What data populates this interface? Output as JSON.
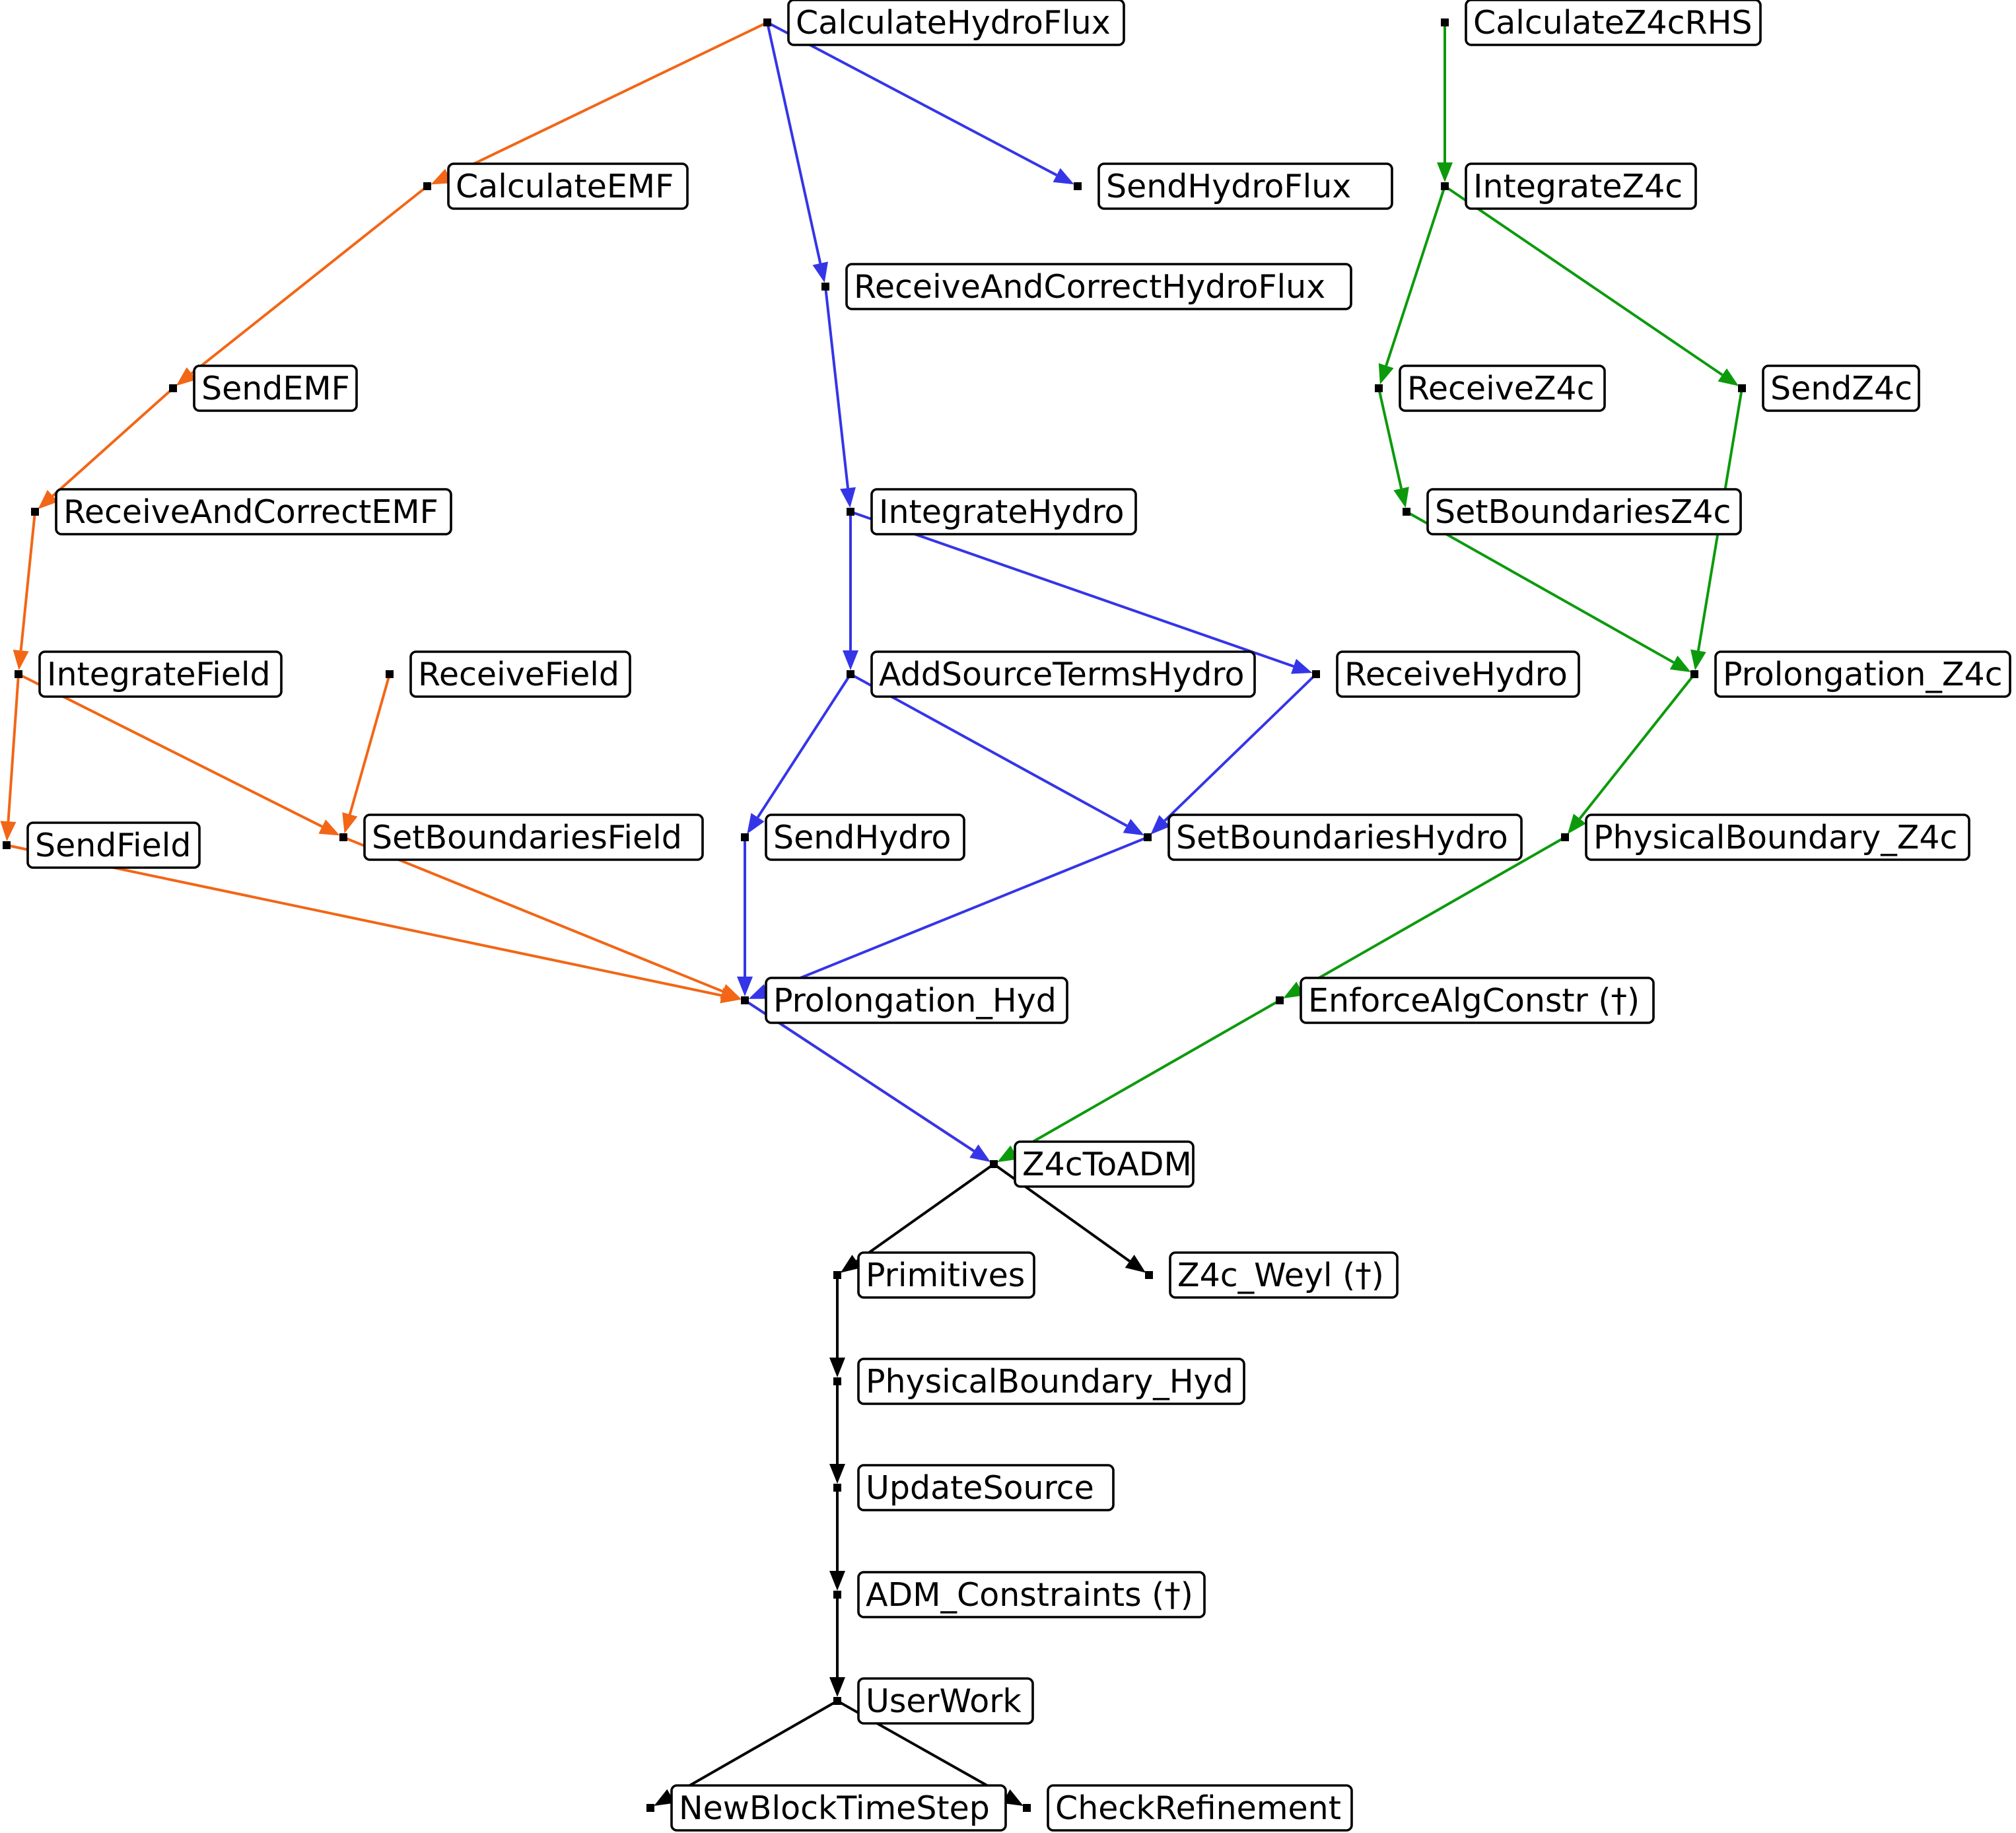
{
  "diagram": {
    "colors": {
      "orange": "#f26616",
      "blue": "#3535e8",
      "green": "#0c9a0c",
      "black": "#000000"
    },
    "nodes": [
      {
        "id": "CalculateHydroFlux",
        "label": "CalculateHydroFlux"
      },
      {
        "id": "CalculateZ4cRHS",
        "label": "CalculateZ4cRHS"
      },
      {
        "id": "CalculateEMF",
        "label": "CalculateEMF"
      },
      {
        "id": "SendHydroFlux",
        "label": "SendHydroFlux"
      },
      {
        "id": "IntegrateZ4c",
        "label": "IntegrateZ4c"
      },
      {
        "id": "ReceiveAndCorrectHydroFlux",
        "label": "ReceiveAndCorrectHydroFlux"
      },
      {
        "id": "SendEMF",
        "label": "SendEMF"
      },
      {
        "id": "ReceiveZ4c",
        "label": "ReceiveZ4c"
      },
      {
        "id": "SendZ4c",
        "label": "SendZ4c"
      },
      {
        "id": "ReceiveAndCorrectEMF",
        "label": "ReceiveAndCorrectEMF"
      },
      {
        "id": "IntegrateHydro",
        "label": "IntegrateHydro"
      },
      {
        "id": "SetBoundariesZ4c",
        "label": "SetBoundariesZ4c"
      },
      {
        "id": "IntegrateField",
        "label": "IntegrateField"
      },
      {
        "id": "ReceiveField",
        "label": "ReceiveField"
      },
      {
        "id": "AddSourceTermsHydro",
        "label": "AddSourceTermsHydro"
      },
      {
        "id": "ReceiveHydro",
        "label": "ReceiveHydro"
      },
      {
        "id": "Prolongation_Z4c",
        "label": "Prolongation_Z4c"
      },
      {
        "id": "SendField",
        "label": "SendField"
      },
      {
        "id": "SetBoundariesField",
        "label": "SetBoundariesField"
      },
      {
        "id": "SendHydro",
        "label": "SendHydro"
      },
      {
        "id": "SetBoundariesHydro",
        "label": "SetBoundariesHydro"
      },
      {
        "id": "PhysicalBoundary_Z4c",
        "label": "PhysicalBoundary_Z4c"
      },
      {
        "id": "Prolongation_Hyd",
        "label": "Prolongation_Hyd"
      },
      {
        "id": "EnforceAlgConstr",
        "label": "EnforceAlgConstr (†)"
      },
      {
        "id": "Z4cToADM",
        "label": "Z4cToADM"
      },
      {
        "id": "Primitives",
        "label": "Primitives"
      },
      {
        "id": "Z4c_Weyl",
        "label": "Z4c_Weyl (†)"
      },
      {
        "id": "PhysicalBoundary_Hyd",
        "label": "PhysicalBoundary_Hyd"
      },
      {
        "id": "UpdateSource",
        "label": "UpdateSource"
      },
      {
        "id": "ADM_Constraints",
        "label": "ADM_Constraints (†)"
      },
      {
        "id": "UserWork",
        "label": "UserWork"
      },
      {
        "id": "NewBlockTimeStep",
        "label": "NewBlockTimeStep"
      },
      {
        "id": "CheckRefinement",
        "label": "CheckRefinement"
      }
    ],
    "edges": [
      {
        "from": "CalculateHydroFlux",
        "to": "CalculateEMF",
        "color": "orange"
      },
      {
        "from": "CalculateEMF",
        "to": "SendEMF",
        "color": "orange"
      },
      {
        "from": "SendEMF",
        "to": "ReceiveAndCorrectEMF",
        "color": "orange"
      },
      {
        "from": "ReceiveAndCorrectEMF",
        "to": "IntegrateField",
        "color": "orange"
      },
      {
        "from": "IntegrateField",
        "to": "SendField",
        "color": "orange"
      },
      {
        "from": "IntegrateField",
        "to": "SetBoundariesField",
        "color": "orange"
      },
      {
        "from": "ReceiveField",
        "to": "SetBoundariesField",
        "color": "orange"
      },
      {
        "from": "SendField",
        "to": "Prolongation_Hyd",
        "color": "orange"
      },
      {
        "from": "SetBoundariesField",
        "to": "Prolongation_Hyd",
        "color": "orange"
      },
      {
        "from": "Prolongation_Hyd",
        "to": "Z4cToADM",
        "color": "orange"
      },
      {
        "from": "CalculateHydroFlux",
        "to": "SendHydroFlux",
        "color": "blue"
      },
      {
        "from": "CalculateHydroFlux",
        "to": "ReceiveAndCorrectHydroFlux",
        "color": "blue"
      },
      {
        "from": "ReceiveAndCorrectHydroFlux",
        "to": "IntegrateHydro",
        "color": "blue"
      },
      {
        "from": "IntegrateHydro",
        "to": "AddSourceTermsHydro",
        "color": "blue"
      },
      {
        "from": "IntegrateHydro",
        "to": "ReceiveHydro",
        "color": "blue"
      },
      {
        "from": "AddSourceTermsHydro",
        "to": "SendHydro",
        "color": "blue"
      },
      {
        "from": "AddSourceTermsHydro",
        "to": "SetBoundariesHydro",
        "color": "blue"
      },
      {
        "from": "ReceiveHydro",
        "to": "SetBoundariesHydro",
        "color": "blue"
      },
      {
        "from": "SendHydro",
        "to": "Prolongation_Hyd",
        "color": "blue"
      },
      {
        "from": "SetBoundariesHydro",
        "to": "Prolongation_Hyd",
        "color": "blue"
      },
      {
        "from": "Prolongation_Hyd",
        "to": "Z4cToADM",
        "color": "blue"
      },
      {
        "from": "CalculateZ4cRHS",
        "to": "IntegrateZ4c",
        "color": "green"
      },
      {
        "from": "IntegrateZ4c",
        "to": "ReceiveZ4c",
        "color": "green"
      },
      {
        "from": "IntegrateZ4c",
        "to": "SendZ4c",
        "color": "green"
      },
      {
        "from": "ReceiveZ4c",
        "to": "SetBoundariesZ4c",
        "color": "green"
      },
      {
        "from": "SetBoundariesZ4c",
        "to": "Prolongation_Z4c",
        "color": "green"
      },
      {
        "from": "SendZ4c",
        "to": "Prolongation_Z4c",
        "color": "green"
      },
      {
        "from": "Prolongation_Z4c",
        "to": "PhysicalBoundary_Z4c",
        "color": "green"
      },
      {
        "from": "PhysicalBoundary_Z4c",
        "to": "EnforceAlgConstr",
        "color": "green"
      },
      {
        "from": "EnforceAlgConstr",
        "to": "Z4cToADM",
        "color": "green"
      },
      {
        "from": "Z4cToADM",
        "to": "Primitives",
        "color": "black"
      },
      {
        "from": "Z4cToADM",
        "to": "Z4c_Weyl",
        "color": "black"
      },
      {
        "from": "Primitives",
        "to": "PhysicalBoundary_Hyd",
        "color": "black"
      },
      {
        "from": "PhysicalBoundary_Hyd",
        "to": "UpdateSource",
        "color": "black"
      },
      {
        "from": "UpdateSource",
        "to": "ADM_Constraints",
        "color": "black"
      },
      {
        "from": "ADM_Constraints",
        "to": "UserWork",
        "color": "black"
      },
      {
        "from": "UserWork",
        "to": "NewBlockTimeStep",
        "color": "black"
      },
      {
        "from": "UserWork",
        "to": "CheckRefinement",
        "color": "black"
      }
    ]
  }
}
